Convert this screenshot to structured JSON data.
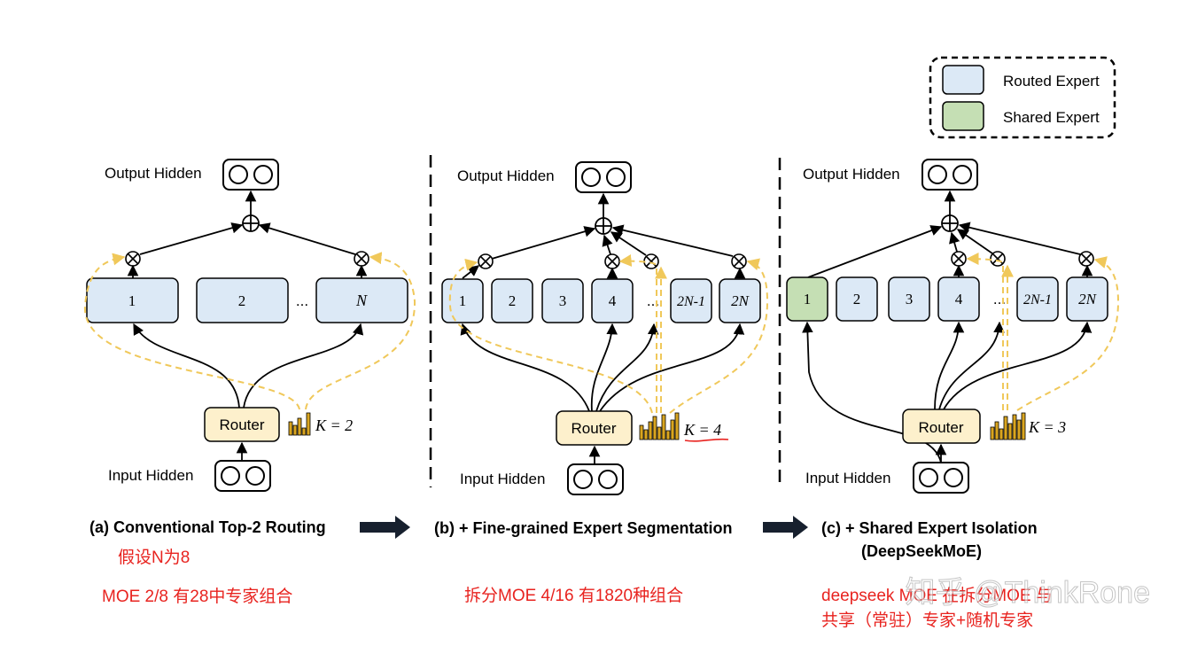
{
  "legend": {
    "routed": "Routed Expert",
    "shared": "Shared Expert"
  },
  "panels": {
    "a": {
      "output": "Output Hidden",
      "input": "Input Hidden",
      "router": "Router",
      "experts": [
        "1",
        "2",
        "N"
      ],
      "ellipsis": "...",
      "k_label": "K = 2",
      "caption": "(a) Conventional Top-2 Routing"
    },
    "b": {
      "output": "Output Hidden",
      "input": "Input Hidden",
      "router": "Router",
      "experts": [
        "1",
        "2",
        "3",
        "4",
        "2N-1",
        "2N"
      ],
      "ellipsis": "...",
      "k_label": "K = 4",
      "caption": "(b) + Fine-grained Expert Segmentation"
    },
    "c": {
      "output": "Output Hidden",
      "input": "Input Hidden",
      "router": "Router",
      "experts": [
        "1",
        "2",
        "3",
        "4",
        "2N-1",
        "2N"
      ],
      "ellipsis": "...",
      "k_label": "K = 3",
      "caption": "(c) + Shared Expert Isolation",
      "caption2": "(DeepSeekMoE)"
    }
  },
  "notes": {
    "a1": "假设N为8",
    "a2": "MOE 2/8 有28中专家组合",
    "b1": "拆分MOE 4/16 有1820种组合",
    "c1": "deepseek MOE 在拆分MOE 与",
    "c2": "共享（常驻）专家+随机专家"
  },
  "watermark": "知乎 @ThinkRone",
  "colors": {
    "routed_fill": "#dce9f6",
    "shared_fill": "#c5dfb4",
    "router_fill": "#fdf0cc",
    "dashed_arrow": "#f0c85a",
    "bars": "#d9a520",
    "annotation": "#e8231f"
  }
}
